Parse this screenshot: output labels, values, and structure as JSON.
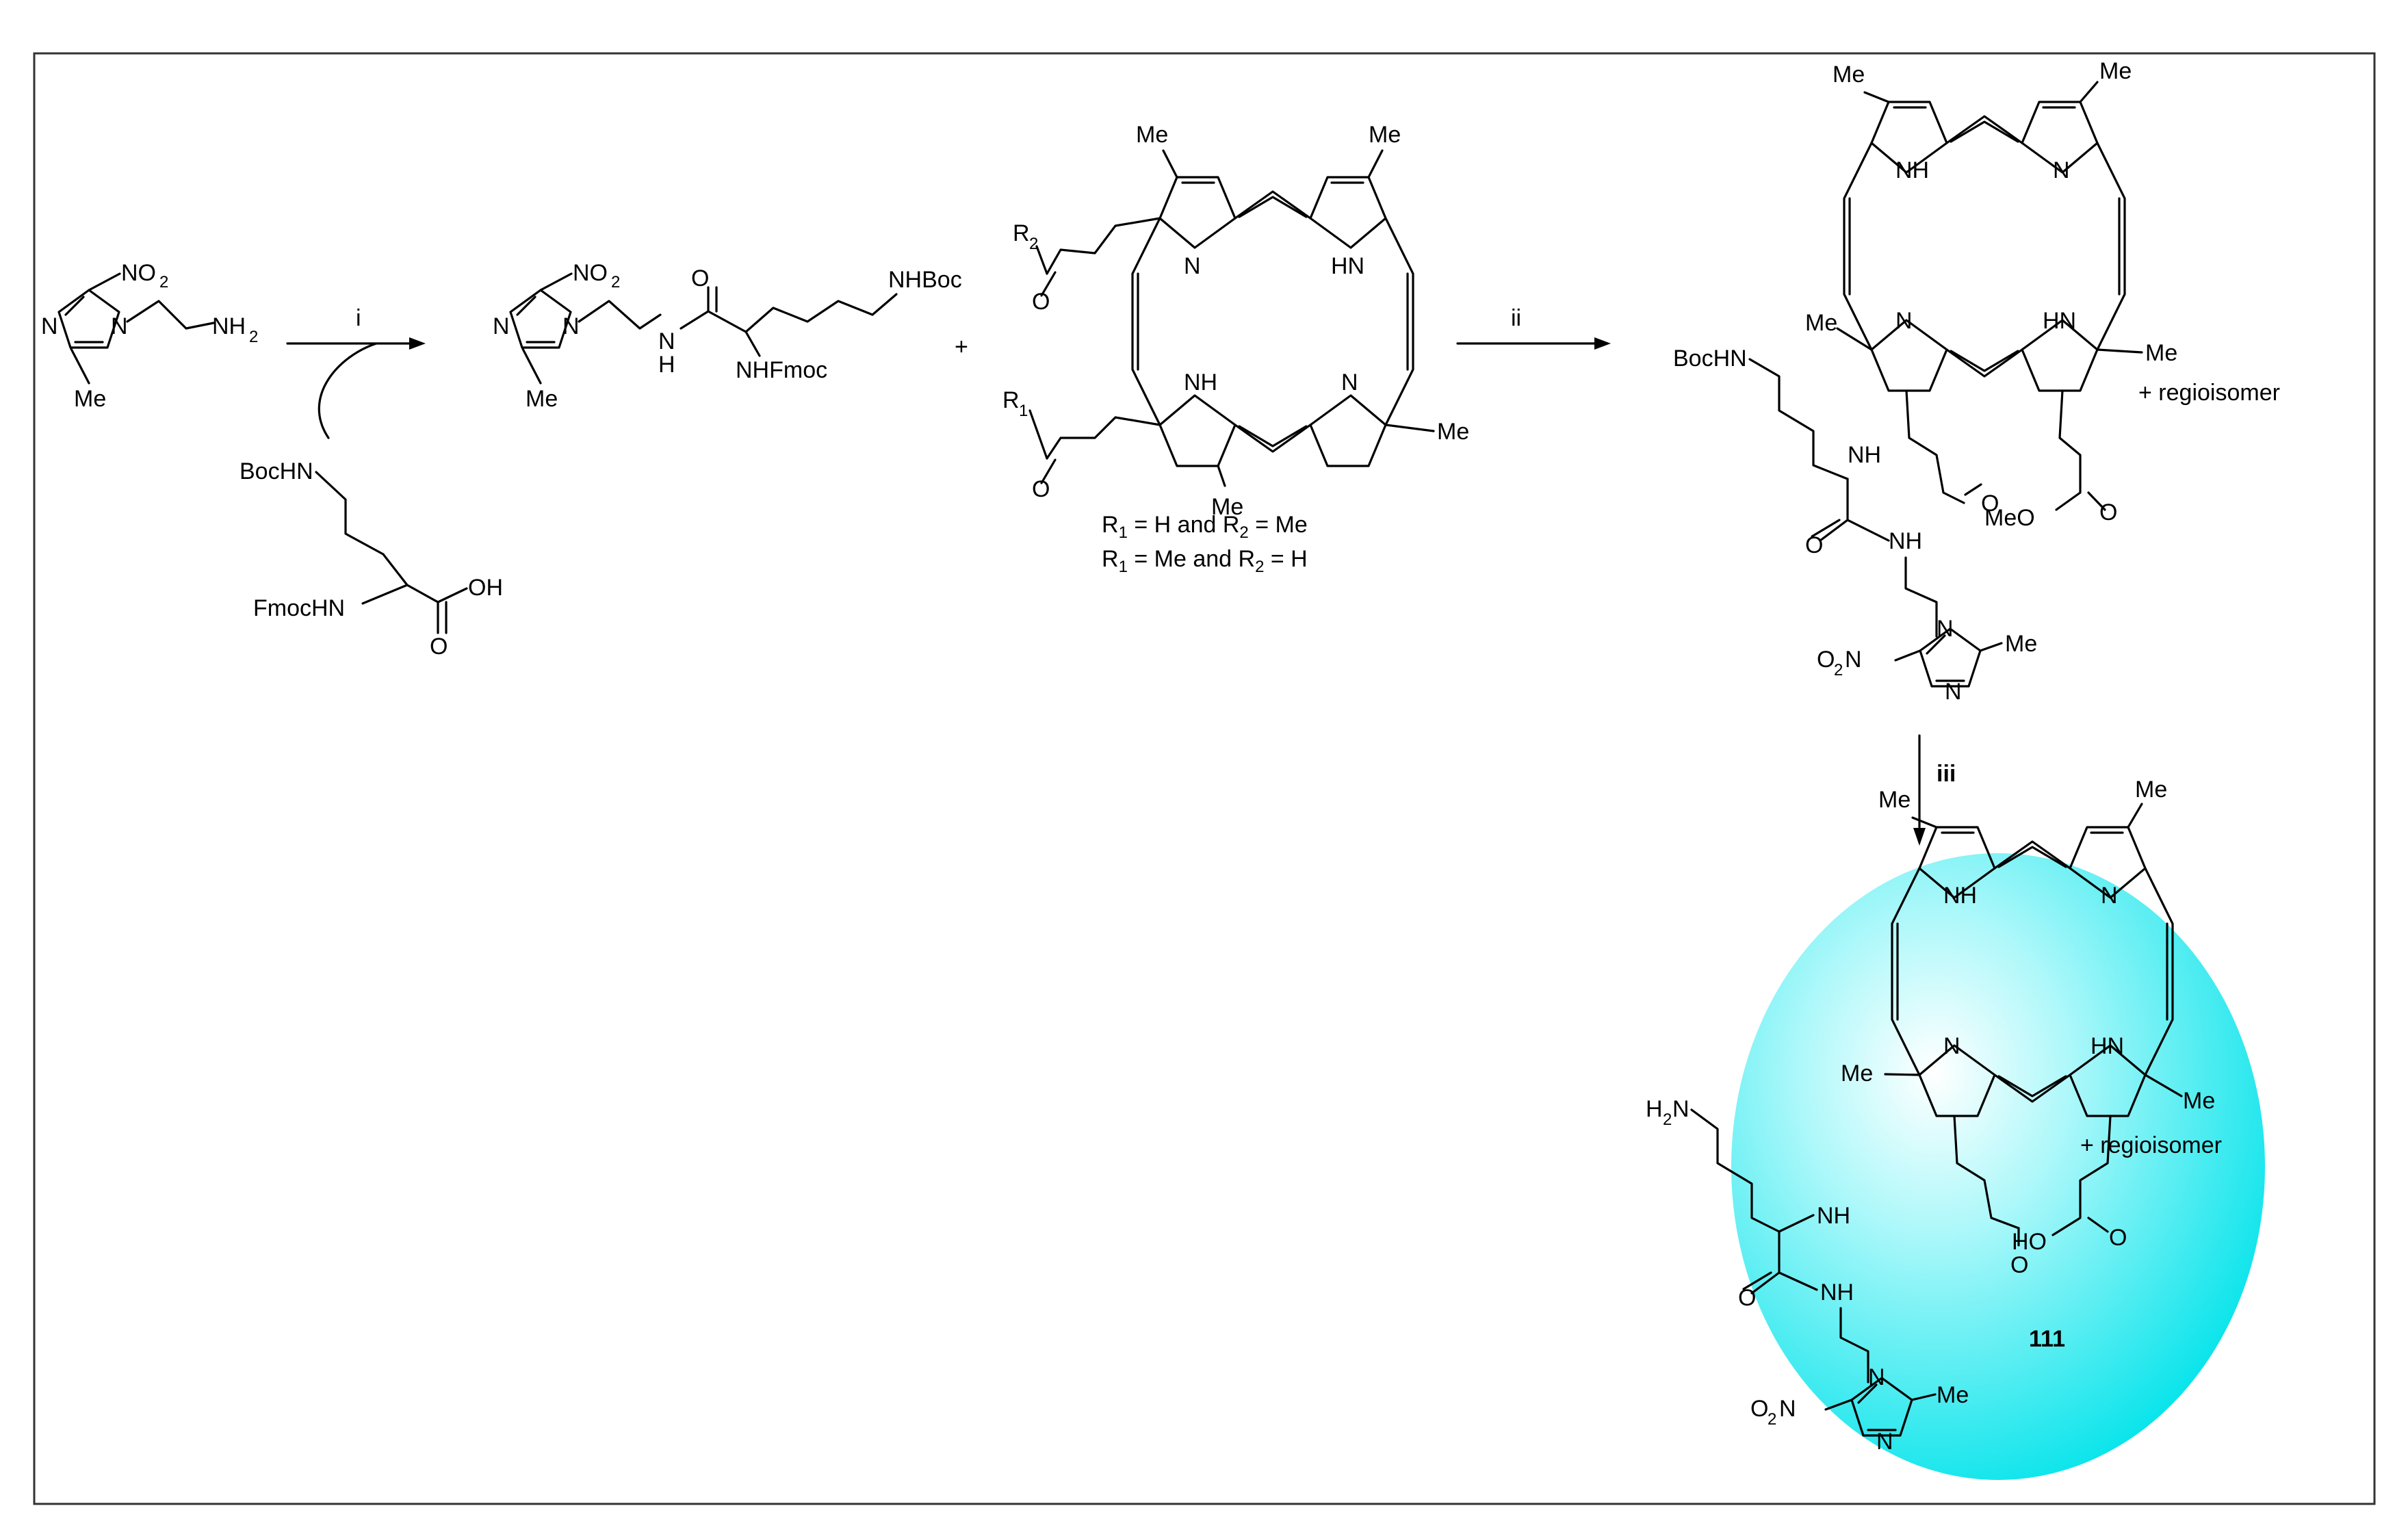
{
  "reagents": {
    "step_i": "i",
    "step_ii": "ii",
    "step_iii": "iii"
  },
  "plus_sign": "+",
  "labels": {
    "nitro_group": "NO",
    "amine_nh2": "NH",
    "ring_n": "N",
    "ring_nh": "NH",
    "ring_hn": "HN",
    "methyl": "Me",
    "subscript_2": "2",
    "subscript_1": "1",
    "amide_nh": "N",
    "amide_h": "H",
    "carbonyl_o": "O",
    "boc_hn": "BocHN",
    "nh_boc": "NHBoc",
    "nh_fmoc": "NHFmoc",
    "fmoc_hn": "FmocHN",
    "acid_oh": "OH",
    "r": "R",
    "ho": "HO",
    "meo": "MeO",
    "nh_amide": "NH",
    "h2n": "H",
    "h2n_tail": "N",
    "o2n_o": "O",
    "o2n_n": "N"
  },
  "conditions": {
    "line1": "R1 = H and R2 = Me",
    "line2": "R1 = Me and R2 = H",
    "line1_r1": "R",
    "line1_mid": " = H and R",
    "line1_end": " = Me",
    "line2_r1": "R",
    "line2_mid": " = Me and R",
    "line2_end": " = H"
  },
  "annotations": {
    "regioisomer_1": "+ regioisomer",
    "regioisomer_2": "+ regioisomer",
    "compound_number": "111"
  },
  "colors": {
    "highlight_center": "#ffffff",
    "highlight_edge": "#00e3ea",
    "frame": "#333333"
  }
}
